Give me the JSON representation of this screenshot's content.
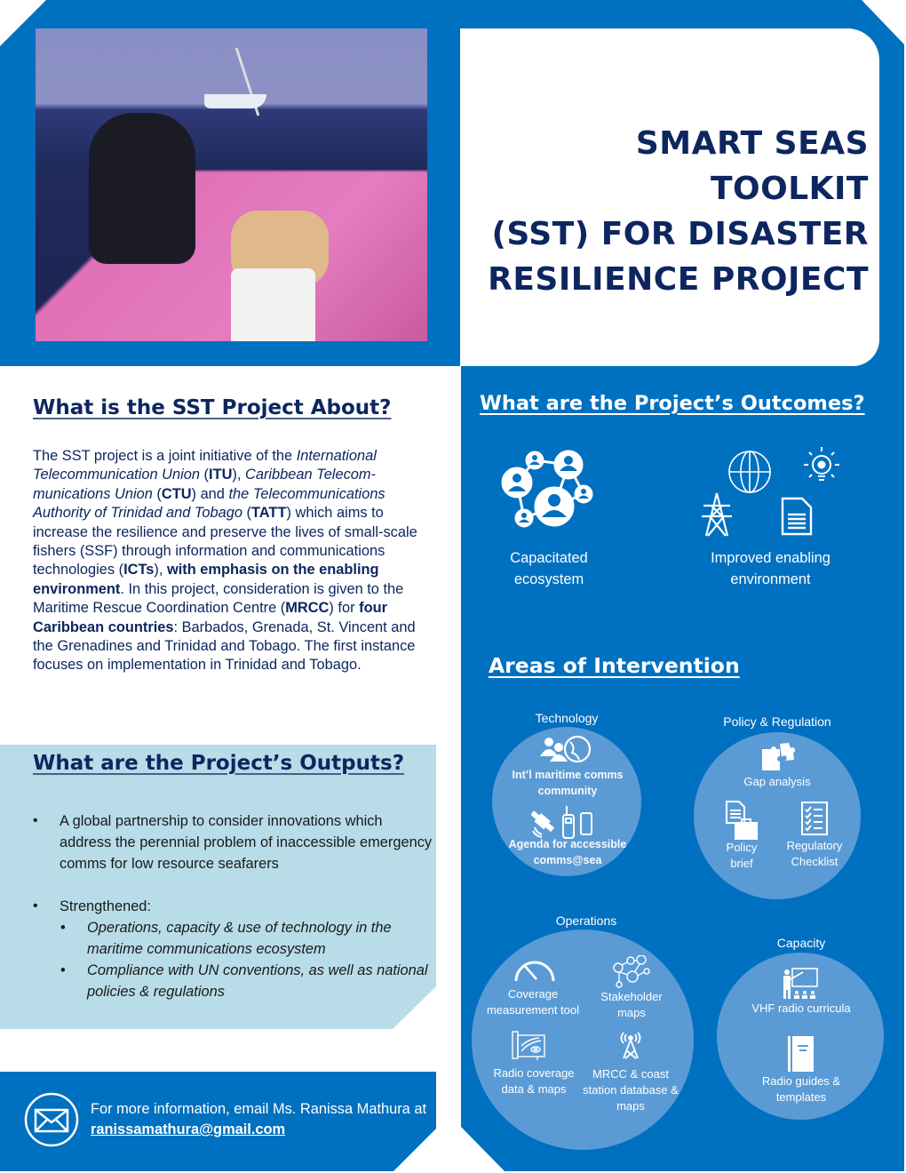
{
  "header": {
    "title": "SMART SEAS TOOLKIT\n(SST) FOR DISASTER\nRESILIENCE PROJECT",
    "photo_alt": "Fisherman on a pink boat at sea with another small boat in the distance"
  },
  "about": {
    "heading": "What is the SST Project About?",
    "p1": "The SST project is a joint initiative of the ",
    "itu_name": "International Telecommunication Union",
    "itu_abbr": "ITU",
    "ctu_name": "Caribbean Telecom-munications Union",
    "ctu_abbr": "CTU",
    "and_the": " and ",
    "tatt_name": "the Telecommunications Authority of Trinidad and Tobago",
    "tatt_abbr": "TATT",
    "p2": " which aims to increase the resilience and preserve the lives of small-scale fishers (SSF) through information and communications technologies (",
    "icts_abbr": "ICTs",
    "p3": "), ",
    "emphasis": "with emphasis on the enabling environment",
    "p4": ". In this project, consideration is given to the Maritime Rescue Coordination Centre (",
    "mrcc_abbr": "MRCC",
    "p5": ") for ",
    "countries_bold": "four Caribbean countries",
    "p6": ": Barbados, Grenada, St. Vincent and the Grenadines and Trinidad and Tobago. The first instance focuses on implementation in Trinidad and Tobago."
  },
  "outputs": {
    "heading": "What are the Project’s Outputs?",
    "items": [
      {
        "text": "A global partnership to consider innovations which address the perennial problem of inaccessible emergency comms for low resource seafarers"
      },
      {
        "text": "Strengthened:"
      }
    ],
    "sub_items": [
      "Operations, capacity & use of technology in the maritime communications ecosystem",
      "Compliance with UN conventions, as well as national policies & regulations"
    ]
  },
  "contact": {
    "icon": "envelope-icon",
    "text": "For more information, email Ms. Ranissa Mathura at ",
    "email": "ranissamathura@gmail.com"
  },
  "outcomes": {
    "heading": "What are the Project’s Outcomes?",
    "items": [
      {
        "label": "Capacitated ecosystem",
        "icon": "people-network-icon"
      },
      {
        "label": "Improved enabling environment",
        "icons": [
          "globe-icon",
          "lightbulb-gear-icon",
          "power-tower-icon",
          "document-icon"
        ]
      }
    ]
  },
  "areas": {
    "heading": "Areas of Intervention",
    "groups": [
      {
        "label": "Technology",
        "items": [
          {
            "text": "Int’l maritime comms community",
            "icon": "people-globe-icon"
          },
          {
            "text": "Agenda for accessible comms@sea",
            "icon": "satellite-radio-phone-icon"
          }
        ]
      },
      {
        "label": "Policy & Regulation",
        "items": [
          {
            "text": "Gap analysis",
            "icon": "puzzle-icon"
          },
          {
            "text": "Policy brief",
            "icon": "document-briefcase-icon"
          },
          {
            "text": "Regulatory Checklist",
            "icon": "checklist-icon"
          }
        ]
      },
      {
        "label": "Operations",
        "items": [
          {
            "text": "Coverage measurement tool",
            "icon": "gauge-icon"
          },
          {
            "text": "Stakeholder maps",
            "icon": "stakeholder-network-icon"
          },
          {
            "text": "Radio coverage data & maps",
            "icon": "map-icon"
          },
          {
            "text": "MRCC & coast station database & maps",
            "icon": "antenna-tower-icon"
          }
        ]
      },
      {
        "label": "Capacity",
        "items": [
          {
            "text": "VHF radio curricula",
            "icon": "teacher-icon"
          },
          {
            "text": "Radio guides & templates",
            "icon": "book-icon"
          }
        ]
      }
    ]
  },
  "colors": {
    "primary_blue": "#0070C0",
    "navy_text": "#0D2660",
    "light_blue_panel": "#B8DCE8",
    "circle_blue": "#5B9BD5"
  }
}
